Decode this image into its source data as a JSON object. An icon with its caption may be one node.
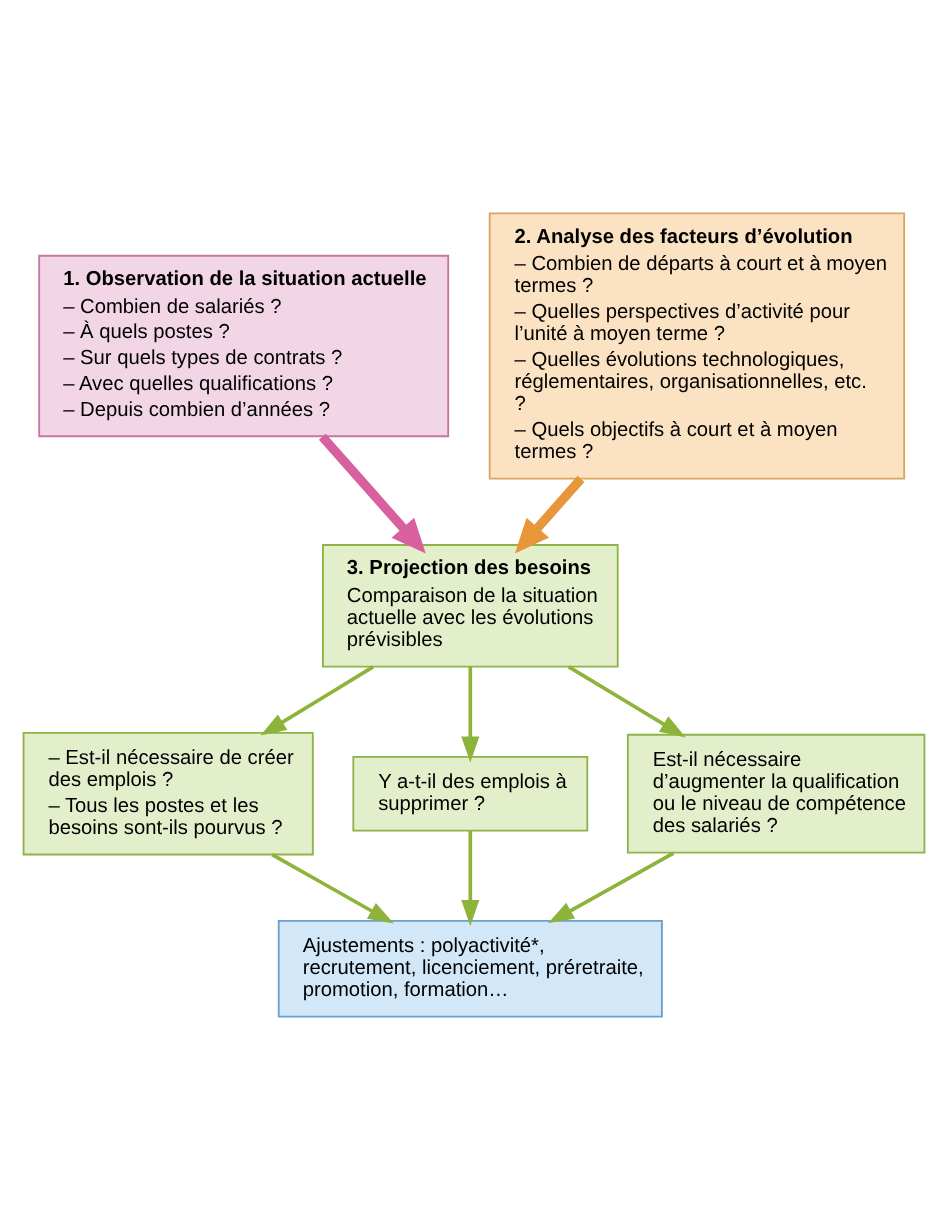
{
  "diagram": {
    "nodes": [
      {
        "text": [
          "1. Observation de la situation actuelle",
          "– Combien de salariés ?",
          "– À quels postes ?",
          "– Sur quels types de contrats ?",
          "– Avec quelles qualifications ?",
          "– Depuis combien d’années ?"
        ]
      },
      {
        "text": [
          "2. Analyse des facteurs d’évolution",
          "– Combien de départs à court et à moyen termes ?",
          "– Quelles perspectives d’activité pour l’unité à moyen terme ?",
          "– Quelles évolutions technologiques, réglementaires, organisationnelles, etc. ?",
          "– Quels objectifs à court et à moyen termes ?"
        ]
      },
      {
        "text": [
          "3. Projection des besoins",
          "Comparaison de la situation actuelle avec les évolutions prévisibles"
        ]
      },
      {
        "text": [
          "– Est-il nécessaire de créer des emplois ?",
          "– Tous les postes et les besoins sont-ils pourvus ?"
        ]
      },
      {
        "text": [
          "Y a-t-il des emplois à supprimer ?"
        ]
      },
      {
        "text": [
          "Est-il nécessaire d’augmenter la qualification ou le niveau de compétence des salariés ?"
        ]
      },
      {
        "text": [
          "Ajustements : polyactivité*, recrutement, licenciement, préretraite, promotion, formation…"
        ]
      }
    ],
    "edges": [
      {
        "from": 0,
        "to": 2,
        "arrow": "to",
        "style": "thick",
        "color": "#d9609f"
      },
      {
        "from": 1,
        "to": 2,
        "arrow": "to",
        "style": "thick",
        "color": "#e8963a"
      },
      {
        "from": 2,
        "to": 3,
        "arrow": "to"
      },
      {
        "from": 2,
        "to": 4,
        "arrow": "to"
      },
      {
        "from": 2,
        "to": 5,
        "arrow": "to"
      },
      {
        "from": 3,
        "to": 6,
        "arrow": "to"
      },
      {
        "from": 4,
        "to": 6,
        "arrow": "to"
      },
      {
        "from": 5,
        "to": 6,
        "arrow": "to"
      }
    ]
  }
}
